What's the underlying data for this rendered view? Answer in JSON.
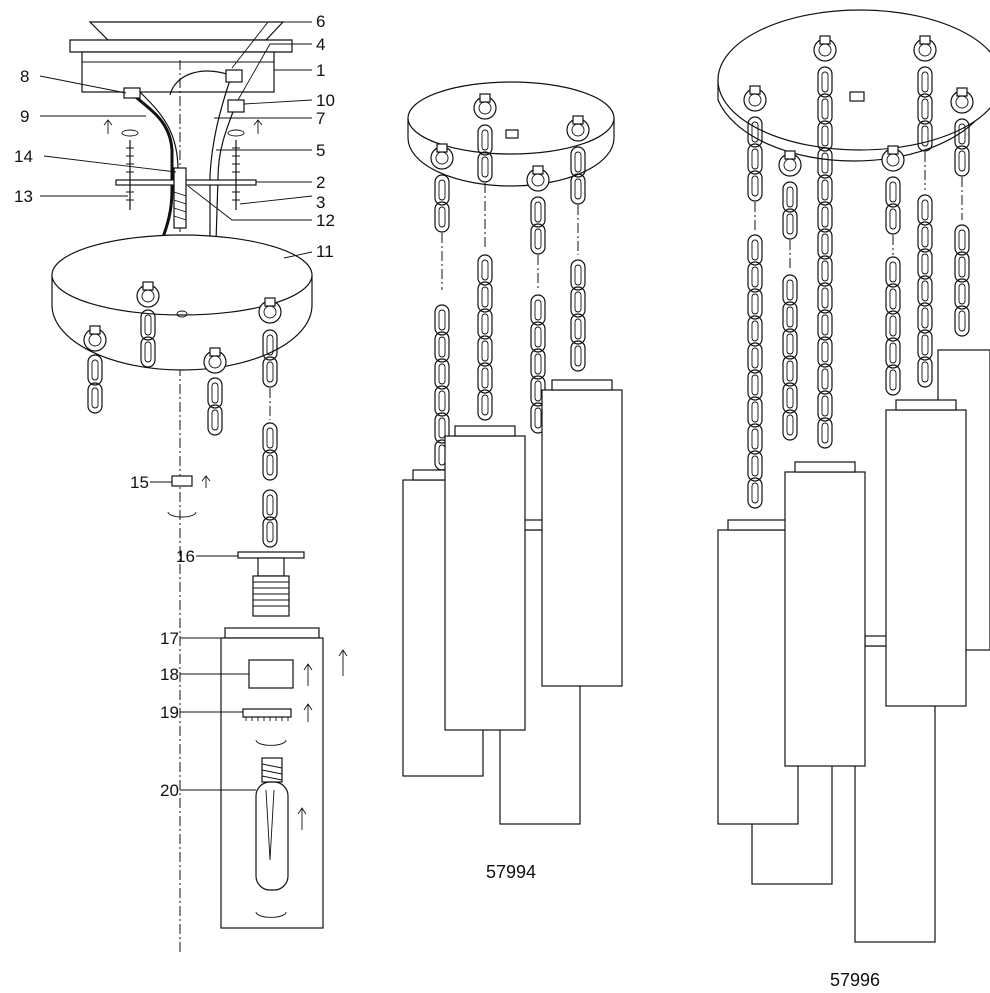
{
  "diagram": {
    "callouts": [
      "1",
      "2",
      "3",
      "4",
      "5",
      "6",
      "7",
      "8",
      "9",
      "10",
      "11",
      "12",
      "13",
      "14",
      "15",
      "16",
      "17",
      "18",
      "19",
      "20"
    ],
    "models": [
      "57994",
      "57996"
    ]
  }
}
